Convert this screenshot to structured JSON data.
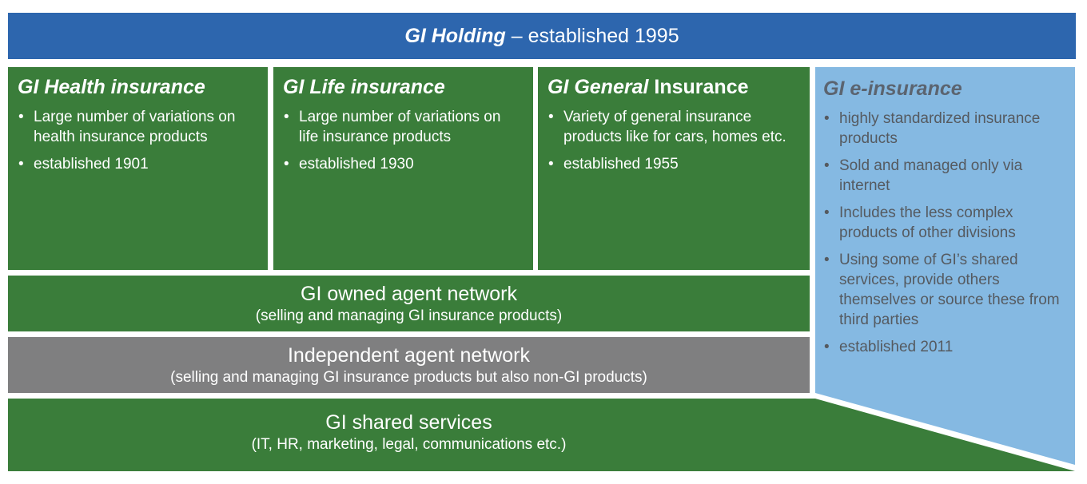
{
  "holding": {
    "name": "GI Holding",
    "suffix": "– established 1995",
    "color": "#2d66ae"
  },
  "divisions": [
    {
      "title_em": "GI Health insurance",
      "title_rest": "",
      "bullets": [
        "Large number of variations on health insurance products",
        "established 1901"
      ]
    },
    {
      "title_em": "GI Life insurance",
      "title_rest": "",
      "bullets": [
        "Large number of variations on life insurance products",
        "established 1930"
      ]
    },
    {
      "title_em": "GI General",
      "title_rest": " Insurance",
      "bullets": [
        "Variety of general insurance products like for cars, homes etc.",
        "established 1955"
      ]
    }
  ],
  "e_insurance": {
    "title": "GI e-insurance",
    "bullets": [
      "highly standardized insurance products",
      "Sold and managed only via internet",
      "Includes the less complex products of other divisions",
      "Using some of GI’s shared services, provide others themselves or source these from third parties",
      "established 2011"
    ],
    "color": "#85b9e2"
  },
  "owned_network": {
    "title": "GI owned agent network",
    "subtitle": "(selling and managing GI insurance products)"
  },
  "independent_network": {
    "title": "Independent agent network",
    "subtitle": "(selling and managing GI insurance products but also non-GI products)",
    "color": "#7f7f80"
  },
  "shared_services": {
    "title": "GI shared services",
    "subtitle": "(IT, HR, marketing, legal, communications etc.)",
    "color": "#3a7d3a"
  },
  "bullet_glyph": "•"
}
